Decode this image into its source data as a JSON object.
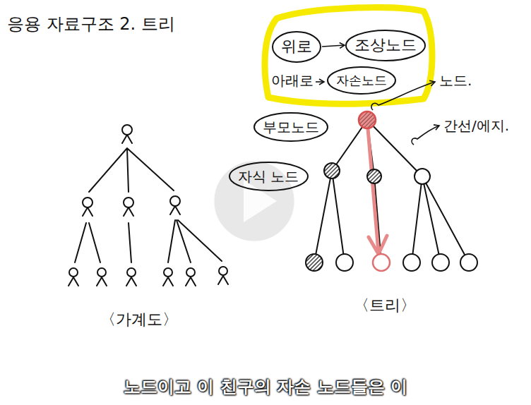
{
  "diagram": {
    "title": "응용 자료구조 2. 트리",
    "caption": "노드이고 이 친구의 자손 노드들은 이",
    "nodes": [
      {
        "text": [
          "위로"
        ]
      },
      {
        "text": [
          "조상노드"
        ]
      },
      {
        "text": [
          "자손노드"
        ]
      },
      {
        "text": [
          "부모노드"
        ]
      },
      {
        "text": [
          "자식 노드"
        ]
      }
    ],
    "edges": [
      {
        "from": 0,
        "to": 1,
        "arrow": "to"
      }
    ],
    "labels": [
      "아래로",
      "노드.",
      "간선/에지.",
      "〈가계도〉",
      "〈트리〉"
    ]
  }
}
